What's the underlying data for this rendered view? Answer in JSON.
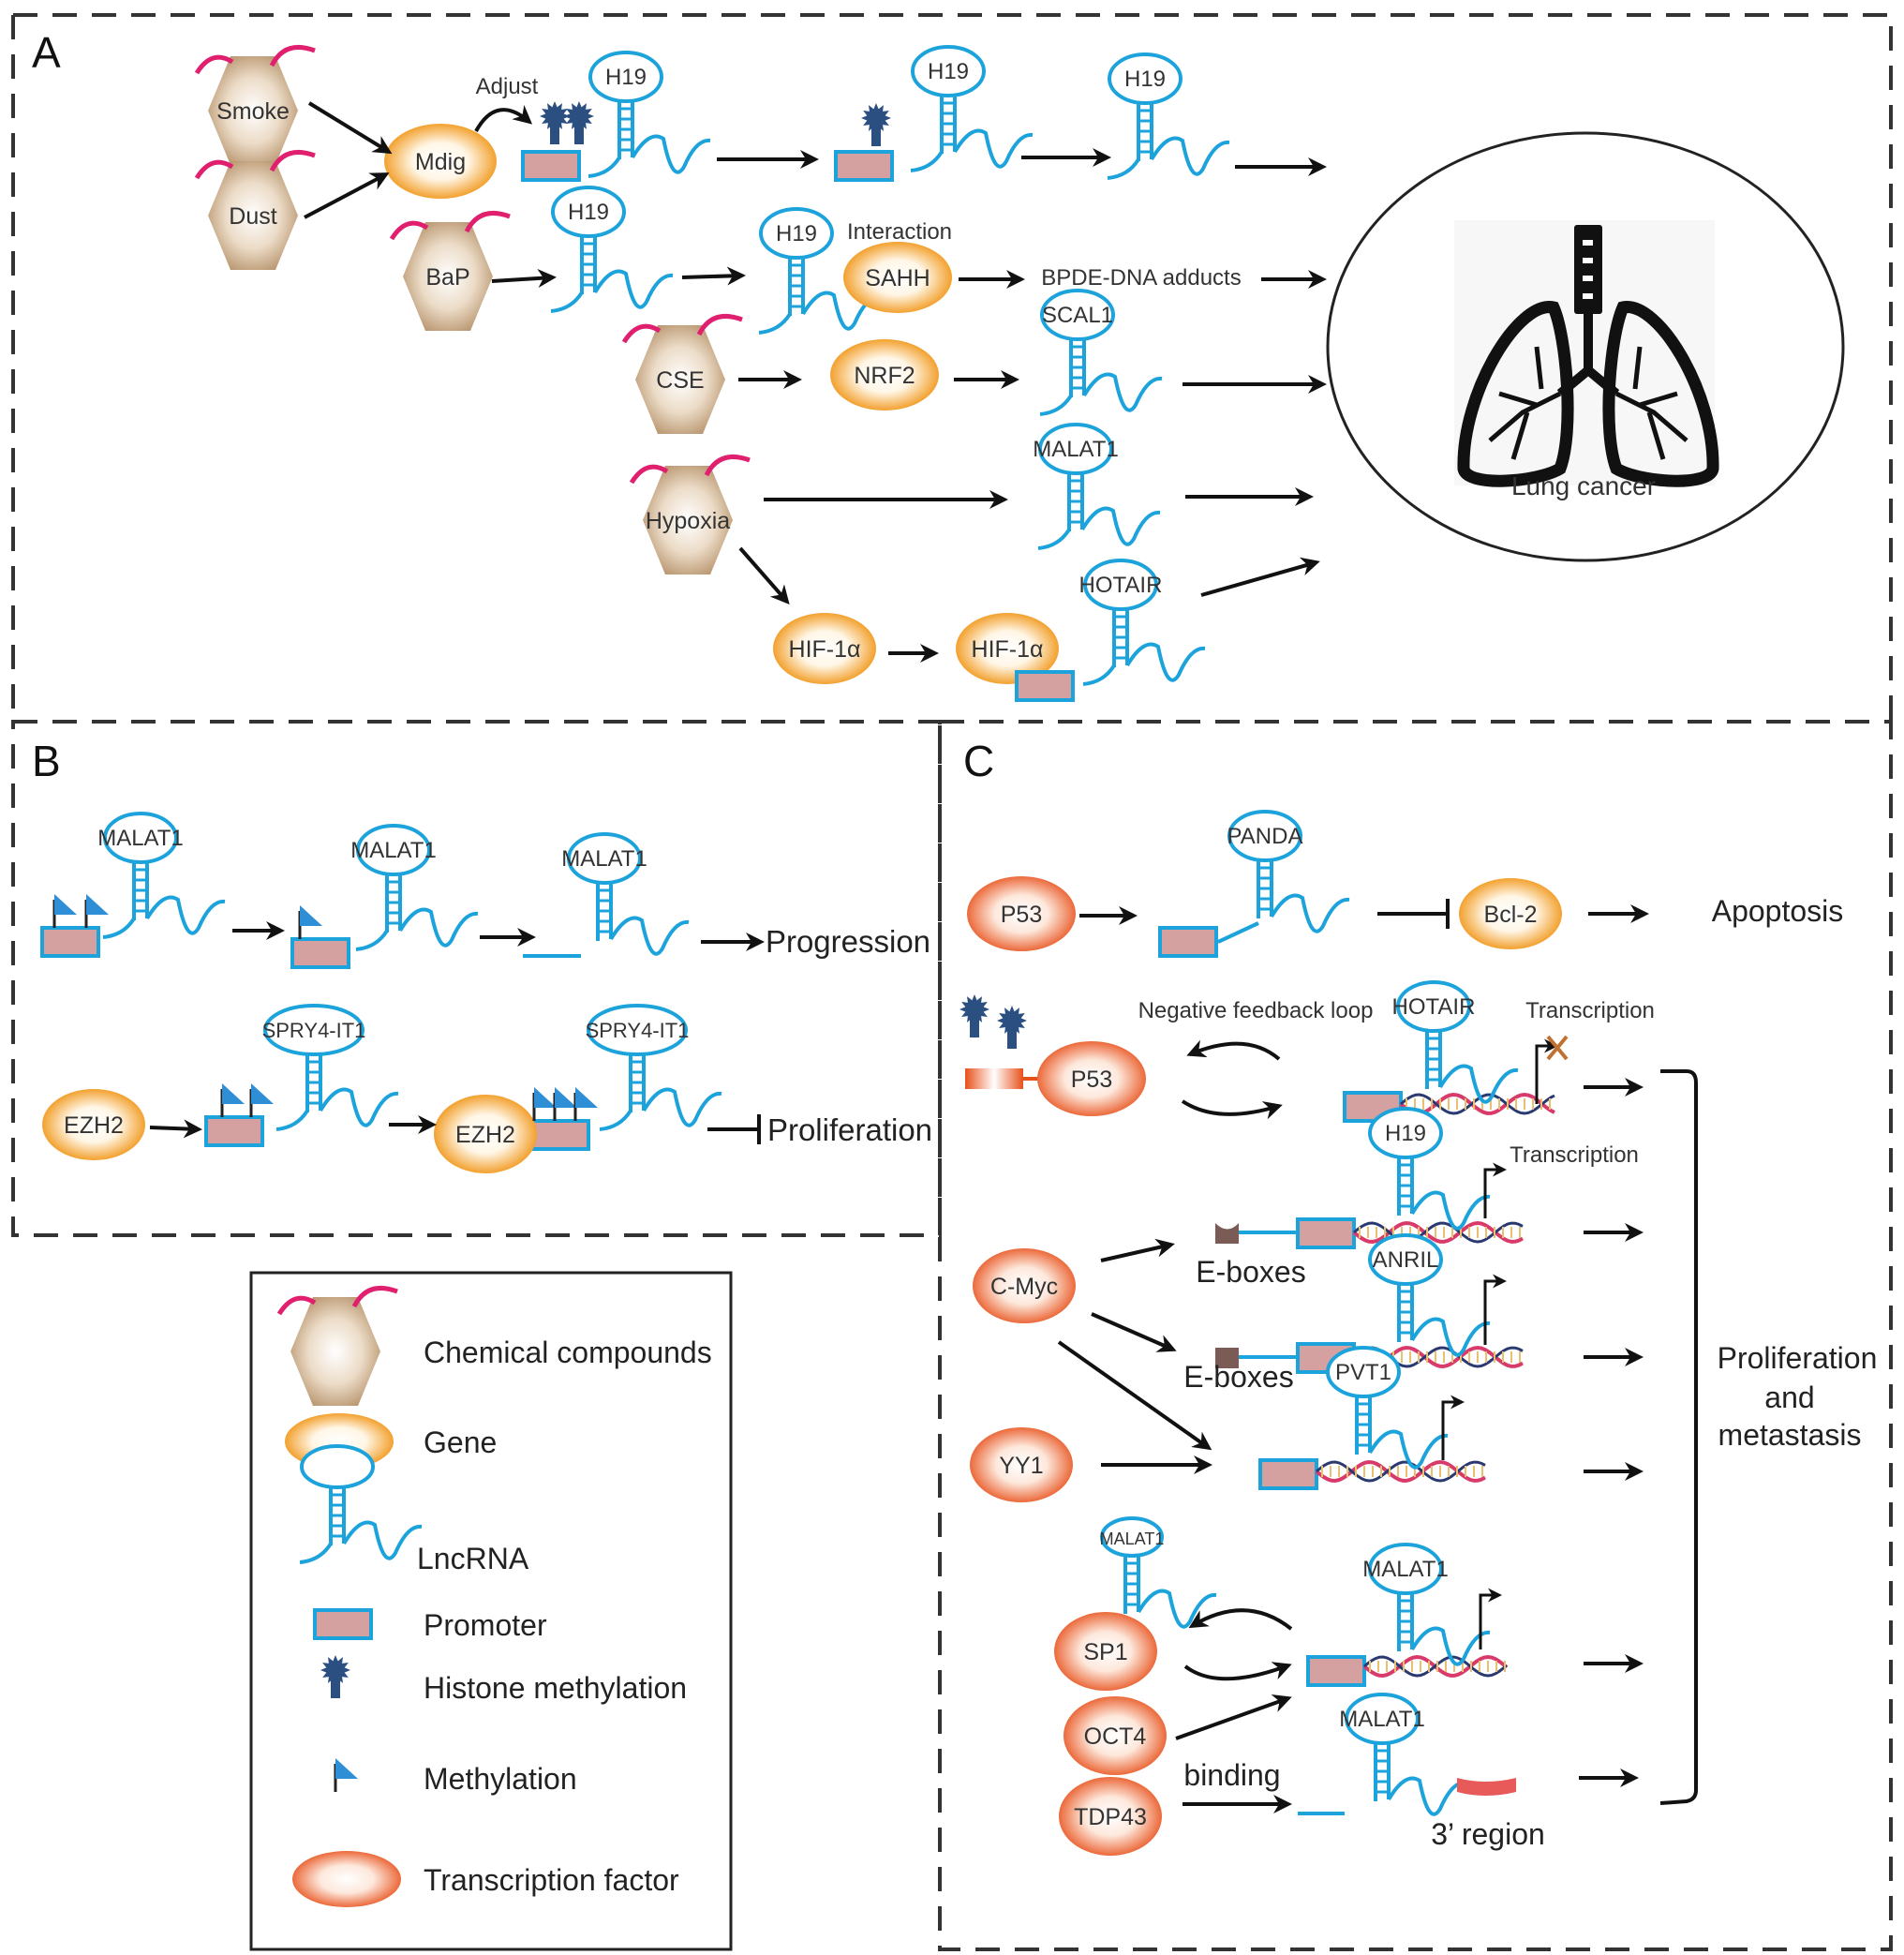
{
  "panels": {
    "a": "A",
    "b": "B",
    "c": "C"
  },
  "panel_a": {
    "compounds": [
      "Smoke",
      "Dust",
      "BaP",
      "CSE",
      "Hypoxia"
    ],
    "genes": {
      "mdig": "Mdig",
      "sahh": "SAHH",
      "nrf2": "NRF2",
      "hif1": "HIF-1α",
      "hif2": "HIF-1α"
    },
    "lncrnas": {
      "h19_a": "H19",
      "h19_b": "H19",
      "h19_c": "H19",
      "h19_d": "H19",
      "h19_e": "H19",
      "scal1": "SCAL1",
      "malat1": "MALAT1",
      "hotair": "HOTAIR"
    },
    "annotations": {
      "adjust": "Adjust",
      "interaction": "Interaction",
      "bpde": "BPDE-DNA adducts"
    },
    "outcome": "Lung cancer"
  },
  "panel_b": {
    "lncrnas": {
      "m1": "MALAT1",
      "m2": "MALAT1",
      "m3": "MALAT1",
      "s1": "SPRY4-IT1",
      "s2": "SPRY4-IT1"
    },
    "genes": {
      "ezh2_a": "EZH2",
      "ezh2_b": "EZH2"
    },
    "outcomes": {
      "progression": "Progression",
      "proliferation": "Proliferation"
    }
  },
  "panel_c": {
    "tfs": {
      "p53_a": "P53",
      "p53_b": "P53",
      "cmyc": "C-Myc",
      "yy1": "YY1",
      "sp1": "SP1",
      "oct4": "OCT4",
      "tdp43": "TDP43"
    },
    "genes": {
      "bcl2": "Bcl-2"
    },
    "lncrnas": {
      "panda": "PANDA",
      "hotair": "HOTAIR",
      "h19": "H19",
      "anril": "ANRIL",
      "pvt1": "PVT1",
      "malat_sp1": "MALAT1",
      "malat_dna": "MALAT1",
      "malat_tdp": "MALAT1"
    },
    "annotations": {
      "nfl": "Negative feedback loop",
      "transcription1": "Transcription",
      "transcription2": "Transcription",
      "eboxes1": "E-boxes",
      "eboxes2": "E-boxes",
      "binding": "binding",
      "region3": "3’ region"
    },
    "outcomes": {
      "apoptosis": "Apoptosis",
      "prolif1": "Proliferation",
      "prolif2": "and",
      "prolif3": "metastasis"
    }
  },
  "legend": {
    "items": [
      {
        "icon": "chemical-compound-icon",
        "label": "Chemical compounds"
      },
      {
        "icon": "gene-icon",
        "label": "Gene"
      },
      {
        "icon": "lncrna-icon",
        "label": "LncRNA"
      },
      {
        "icon": "promoter-icon",
        "label": "Promoter"
      },
      {
        "icon": "histone-methylation-icon",
        "label": "Histone methylation"
      },
      {
        "icon": "methylation-icon",
        "label": "Methylation"
      },
      {
        "icon": "transcription-factor-icon",
        "label": "Transcription factor"
      }
    ]
  },
  "colors": {
    "lncrna": "#1ca3dc",
    "promoter_fill": "#d4a0a0",
    "gene": "#f0900a",
    "tf": "#e8501a",
    "compound": "#b8926a",
    "compound_arm": "#e0206e",
    "histone": "#2a4f80",
    "ebox": "#7a5b55",
    "region3": "#e85a5a",
    "dna_a": "#d83a6a",
    "dna_b": "#2a3a70"
  }
}
